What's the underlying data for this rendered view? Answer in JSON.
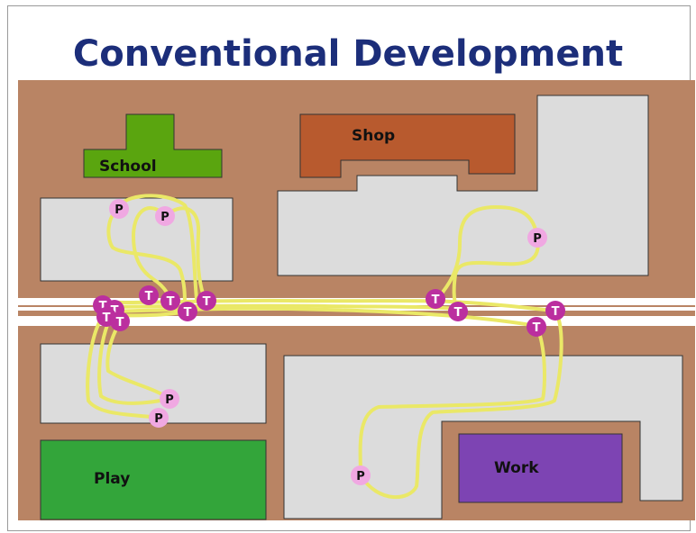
{
  "slide": {
    "title": "Conventional Development"
  },
  "places": {
    "school": "School",
    "shop": "Shop",
    "play": "Play",
    "work": "Work"
  },
  "markers": {
    "parking": "P",
    "transit": "T"
  },
  "colors": {
    "title": "#1c2e7a",
    "ground": "#b98464",
    "lot": "#dcdcdc",
    "school": "#5aa50f",
    "shop": "#b85a2e",
    "play": "#33a53a",
    "work": "#7d44b3",
    "trip_path": "#eae867",
    "parking_marker": "#f0a8e2",
    "transit_marker": "#bb2f9f"
  }
}
